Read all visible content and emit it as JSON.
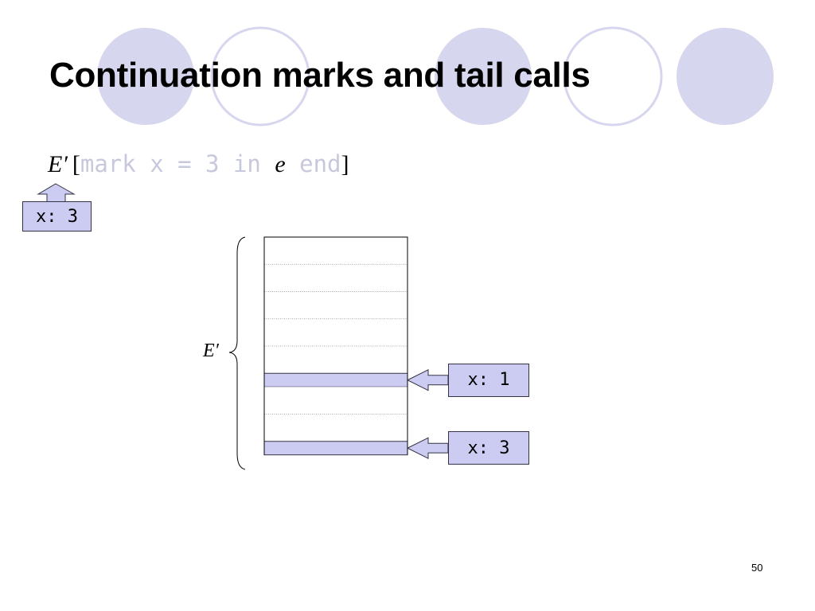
{
  "slide": {
    "title": "Continuation marks and tail calls",
    "page_number": "50"
  },
  "expression": {
    "context": "E′",
    "open_bracket": "[",
    "code_part1": "mark x = 3 in ",
    "var": "e",
    "code_part2": " end",
    "close_bracket": "]"
  },
  "top_mark": {
    "text": "x: 3"
  },
  "stack": {
    "context_label": "E′",
    "frames": [
      "plain",
      "plain",
      "plain",
      "plain",
      "plain",
      "mark",
      "plain",
      "plain",
      "mark"
    ],
    "marks": [
      {
        "frame": 5,
        "text": "x: 1"
      },
      {
        "frame": 8,
        "text": "x: 3"
      }
    ]
  },
  "colors": {
    "mark_fill": "#ccccf2",
    "decor_circle": "#d6d6ee",
    "decor_ring": "#d6d6ee",
    "code_text": "#c8c8dc"
  }
}
